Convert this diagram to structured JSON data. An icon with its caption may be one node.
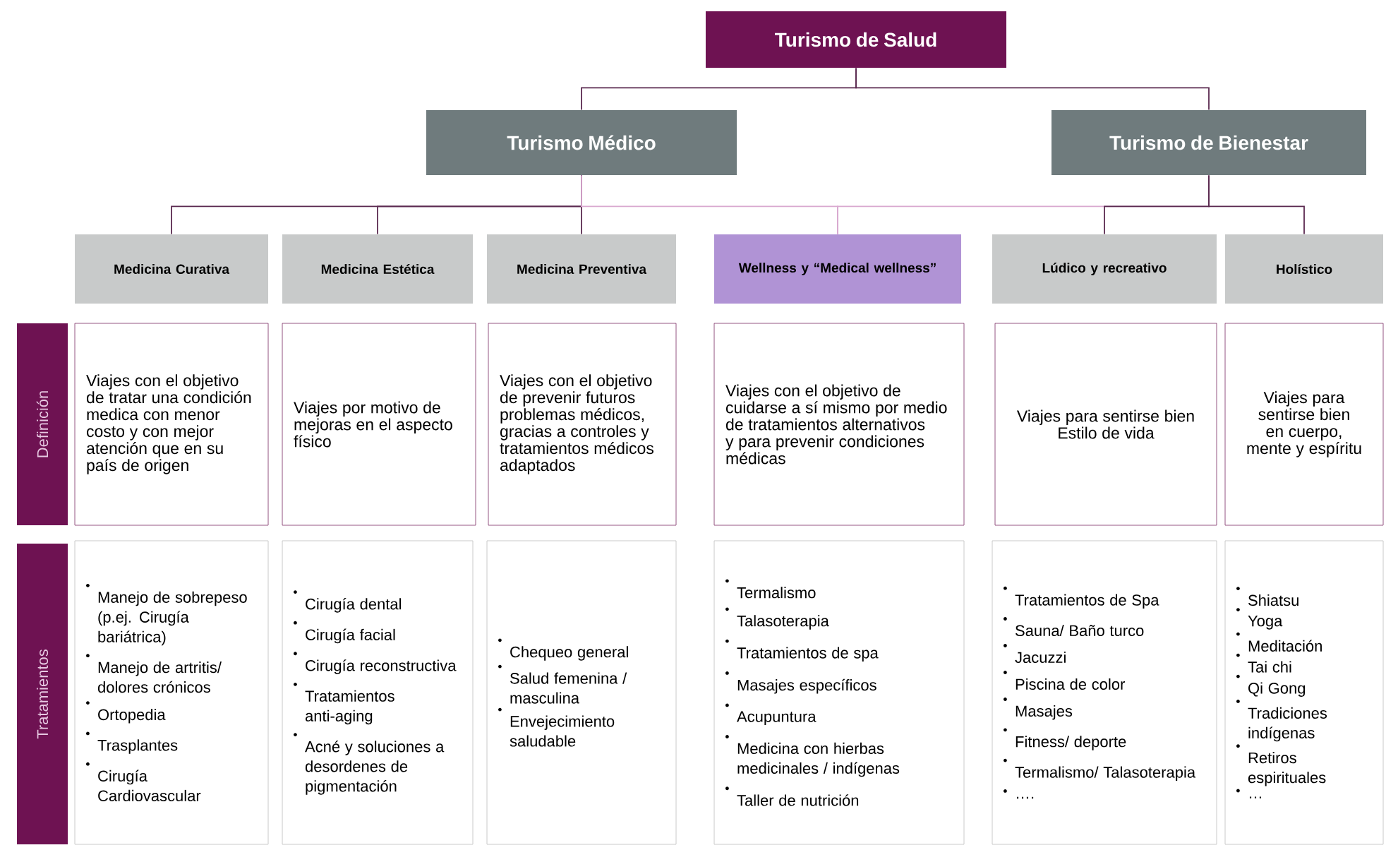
{
  "diagram": {
    "nodes": [
      {
        "text": [
          "Turismo de Salud"
        ]
      },
      {
        "text": [
          "Turismo Médico"
        ]
      },
      {
        "text": [
          "Turismo de Bienestar"
        ]
      },
      {
        "text": [
          "Medicina Curativa"
        ]
      },
      {
        "text": [
          "Medicina Estética"
        ]
      },
      {
        "text": [
          "Medicina Preventiva"
        ]
      },
      {
        "text": [
          "Wellness y “Medical wellness”"
        ]
      },
      {
        "text": [
          "Lúdico y recreativo"
        ]
      },
      {
        "text": [
          "Holístico"
        ]
      },
      {
        "text": [
          "Definición"
        ]
      },
      {
        "text": [
          "Viajes con el objetivo de tratar una condición medica con menor costo y con mejor atención que en su país de origen"
        ]
      },
      {
        "text": [
          "Viajes por motivo de mejoras en el aspecto físico"
        ]
      },
      {
        "text": [
          "Viajes con el objetivo de prevenir futuros problemas médicos, gracias a controles y tratamientos médicos adaptados"
        ]
      },
      {
        "text": [
          "Viajes con el objetivo de cuidarse a sí mismo por medio de tratamientos alternativos y para prevenir condiciones médicas"
        ]
      },
      {
        "text": [
          "Viajes para sentirse bien",
          "Estilo de vida"
        ]
      },
      {
        "text": [
          "Viajes para sentirse bien en cuerpo, mente y espíritu"
        ]
      },
      {
        "text": [
          "Tratamientos"
        ]
      },
      {
        "text": [
          "Manejo de sobrepeso (p.ej. Cirugía bariátrica)",
          "Manejo de artritis/ dolores crónicos",
          "Ortopedia",
          "Trasplantes",
          "Cirugía Cardiovascular"
        ]
      },
      {
        "text": [
          "Cirugía dental",
          "Cirugía facial",
          "Cirugía reconstructiva",
          "Tratamientos anti-aging",
          "Acné y soluciones a desordenes de pigmentación"
        ]
      },
      {
        "text": [
          "Chequeo general",
          "Salud femenina / masculina",
          "Envejecimiento saludable"
        ]
      },
      {
        "text": [
          "Termalismo",
          "Talasoterapia",
          "Tratamientos de spa",
          "Masajes específicos",
          "Acupuntura",
          "Medicina con hierbas medicinales / indígenas",
          "Taller de nutrición"
        ]
      },
      {
        "text": [
          "Tratamientos de Spa",
          "Sauna/ Baño turco",
          "Jacuzzi",
          "Piscina de color",
          "Masajes",
          "Fitness/ deporte",
          "Termalismo/ Talasoterapia",
          "…."
        ]
      },
      {
        "text": [
          "Shiatsu",
          "Yoga",
          "Meditación",
          "Tai chi",
          "Qi Gong",
          "Tradiciones indígenas",
          "Retiros espirituales",
          "…"
        ]
      }
    ],
    "edges": [
      {
        "from": 0,
        "to": 1,
        "arrow": "none"
      },
      {
        "from": 0,
        "to": 2,
        "arrow": "none"
      },
      {
        "from": 1,
        "to": 3,
        "arrow": "none"
      },
      {
        "from": 1,
        "to": 4,
        "arrow": "none"
      },
      {
        "from": 1,
        "to": 5,
        "arrow": "none"
      },
      {
        "from": 1,
        "to": 6,
        "arrow": "none",
        "color": "#d9a9d0"
      },
      {
        "from": 2,
        "to": 6,
        "arrow": "none",
        "color": "#d9a9d0"
      },
      {
        "from": 2,
        "to": 7,
        "arrow": "none"
      },
      {
        "from": 2,
        "to": 8,
        "arrow": "none"
      }
    ]
  }
}
